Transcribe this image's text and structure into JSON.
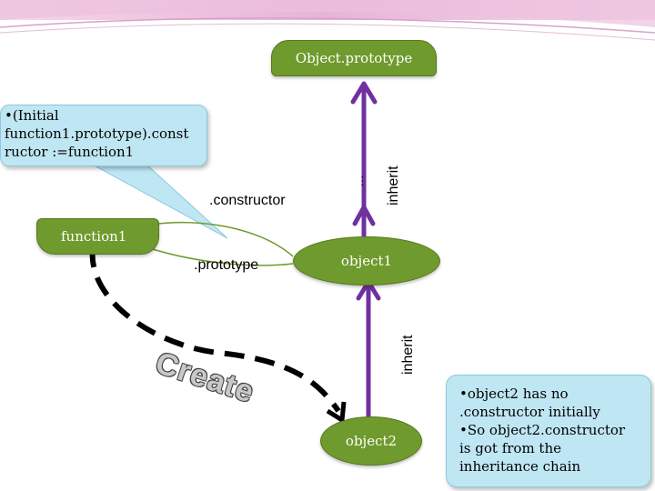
{
  "nodes": {
    "object_prototype": "Object.prototype",
    "function1": "function1",
    "object1": "object1",
    "object2": "object2"
  },
  "edges": {
    "inherit_top": "inherit",
    "ellipsis": "…",
    "constructor": ".constructor",
    "prototype": ".prototype",
    "inherit_bottom": "inherit",
    "create": "Create"
  },
  "callouts": {
    "left": [
      "•(Initial",
      "function1.prototype).const",
      "ructor :=function1"
    ],
    "right": [
      "•object2 has no",
      ".constructor initially",
      "•So object2.constructor",
      "is got from the",
      "inheritance chain"
    ]
  },
  "colors": {
    "node_fill": "#6f9a2d",
    "arrow_purple": "#7030a0",
    "callout_fill": "#bfe6f3"
  }
}
